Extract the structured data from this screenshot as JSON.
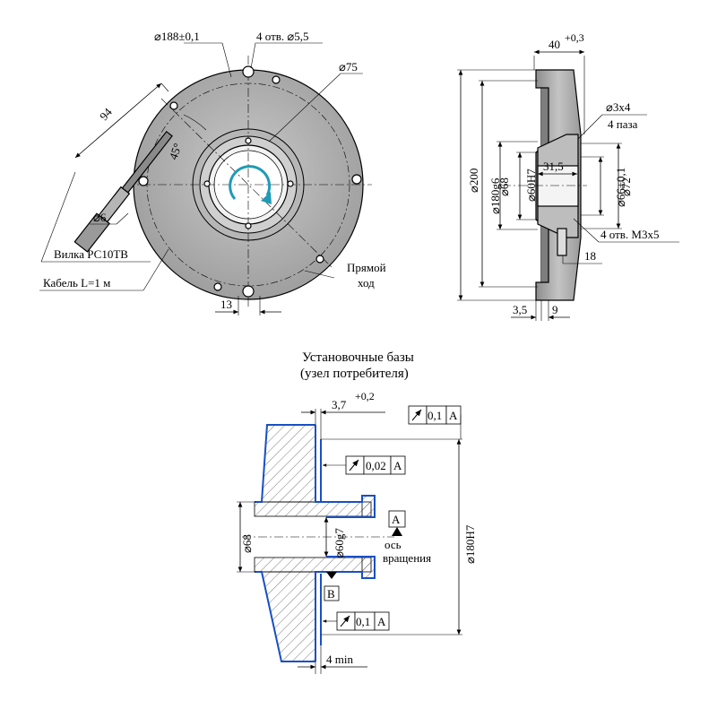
{
  "front_view": {
    "dia_188": "⌀188±0,1",
    "holes_4": "4 отв. ⌀5,5",
    "dia_75": "⌀75",
    "dim_94": "94",
    "angle_45": "45°",
    "dia_6": "⌀6",
    "connector": "Вилка РС10ТВ",
    "cable": "Кабель L=1 м",
    "dim_13": "13",
    "direction_line1": "Прямой",
    "direction_line2": "ход"
  },
  "side_view": {
    "dim_40": "40",
    "dim_40_tol": "+0,3",
    "dia_3x4": "⌀3x4",
    "slots_4": "4 паза",
    "dia_200": "⌀200",
    "dia_180g6": "⌀180g6",
    "dia_68": "⌀68",
    "dia_60H7": "⌀60H7",
    "dim_31_5": "31,5",
    "dia_66": "⌀66±0,1",
    "dia_72": "⌀72",
    "holes_m3": "4 отв. М3х5",
    "dim_18": "18",
    "dim_3_5": "3,5",
    "dim_9": "9"
  },
  "mounting": {
    "title_line1": "Установочные базы",
    "title_line2": "(узел потребителя)",
    "dim_3_7": "3,7",
    "dim_3_7_tol": "+0,2",
    "tol_top_value": "0,1",
    "tol_top_datum": "A",
    "tol_mid_value": "0,02",
    "tol_mid_datum": "A",
    "tol_bot_value": "0,1",
    "tol_bot_datum": "A",
    "datum_a": "A",
    "datum_b": "B",
    "axis_line1": "ось",
    "axis_line2": "вращения",
    "dia_68": "⌀68",
    "dia_60g7": "⌀60g7",
    "dia_180H7": "⌀180H7",
    "dim_4min": "4 min"
  },
  "colors": {
    "body_fill": "#a9a9a9",
    "accent_blue": "#1a4fc4",
    "arrow_teal": "#1f9bb5"
  }
}
